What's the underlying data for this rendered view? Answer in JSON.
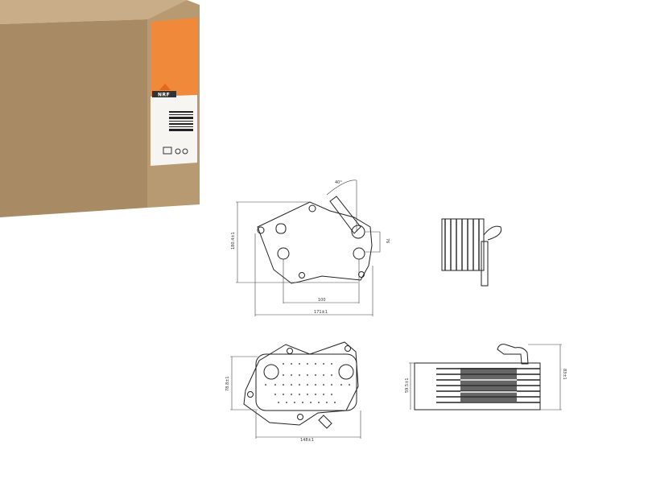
{
  "box": {
    "brand_logo_text": "NRF",
    "colors": {
      "cardboard_front": "#a88a64",
      "cardboard_side": "#b89a72",
      "cardboard_top": "#c9ad88",
      "label_orange": "#f0893a"
    }
  },
  "drawings": {
    "top_view": {
      "angle_label": "40°",
      "height_label": "180.4±1",
      "hole_spacing_label": "100",
      "width_label": "171±1",
      "port_offset_label": "76"
    },
    "front_view": {
      "height_label": "78.8±1",
      "width_label": "148±1"
    },
    "side_view": {
      "height_left_label": "59.5±1",
      "height_right_label": "83±1"
    }
  }
}
